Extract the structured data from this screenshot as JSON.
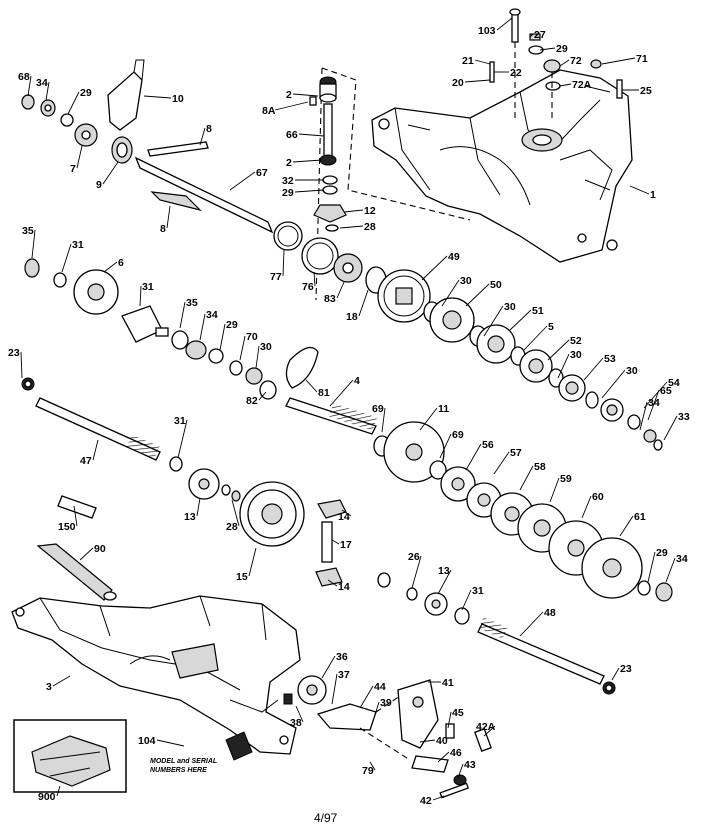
{
  "diagram": {
    "footer": "4/97",
    "inset_note_line1": "MODEL and SERIAL",
    "inset_note_line2": "NUMBERS HERE",
    "callouts": [
      "103",
      "27",
      "29",
      "21",
      "22",
      "72",
      "71",
      "20",
      "72A",
      "25",
      "68",
      "34",
      "29",
      "10",
      "2",
      "8A",
      "8",
      "66",
      "7",
      "9",
      "67",
      "2",
      "32",
      "29",
      "12",
      "28",
      "1",
      "8",
      "35",
      "31",
      "6",
      "77",
      "76",
      "83",
      "18",
      "49",
      "30",
      "50",
      "30",
      "51",
      "5",
      "31",
      "35",
      "34",
      "29",
      "70",
      "30",
      "52",
      "30",
      "53",
      "30",
      "54",
      "65",
      "34",
      "33",
      "23",
      "82",
      "81",
      "4",
      "69",
      "11",
      "69",
      "56",
      "57",
      "58",
      "59",
      "60",
      "61",
      "47",
      "31",
      "13",
      "28",
      "14",
      "17",
      "150",
      "15",
      "14",
      "26",
      "13",
      "31",
      "48",
      "90",
      "29",
      "34",
      "23",
      "3",
      "36",
      "37",
      "44",
      "41",
      "38",
      "39",
      "45",
      "42A",
      "104",
      "40",
      "46",
      "43",
      "79",
      "42",
      "900"
    ]
  }
}
